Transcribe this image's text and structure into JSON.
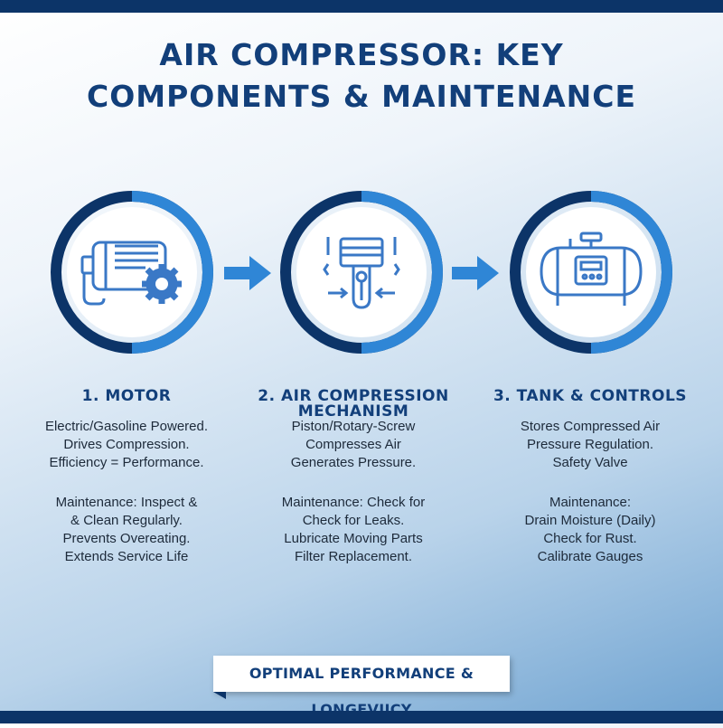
{
  "title": {
    "line1": "AIR COMPRESSOR: KEY",
    "line2": "COMPONENTS & MAINTENANCE"
  },
  "colors": {
    "dark_blue": "#0c3468",
    "accent_blue": "#2f86d6",
    "icon_blue": "#3a78c6"
  },
  "steps": [
    {
      "icon": "motor-gear-icon",
      "heading_lines": [
        "1. MOTOR"
      ],
      "description": [
        "Electric/Gasoline Powered.",
        "Drives Compression.",
        "Efficiency = Performance."
      ],
      "maintenance": [
        "Maintenance: Inspect &",
        "& Clean Regularly.",
        "Prevents Overeating.",
        "Extends Service Life"
      ]
    },
    {
      "icon": "piston-icon",
      "heading_lines": [
        "2. AIR COMPRESSION",
        "MECHANISM"
      ],
      "description": [
        "Piston/Rotary-Screw",
        "Compresses Air",
        "Generates Pressure."
      ],
      "maintenance": [
        "Maintenance: Check for",
        "Check for Leaks.",
        "Lubricate Moving Parts",
        "Filter Replacement."
      ]
    },
    {
      "icon": "tank-controls-icon",
      "heading_lines": [
        "3. TANK & CONTROLS"
      ],
      "description": [
        "Stores Compressed Air",
        "Pressure Regulation.",
        "Safety Valve"
      ],
      "maintenance": [
        "Maintenance:",
        "Drain Moisture (Daily)",
        "Check for Rust.",
        "Calibrate Gauges"
      ]
    }
  ],
  "footer": {
    "banner": "OPTIMAL PERFORMANCE & LONGEVIICY"
  }
}
